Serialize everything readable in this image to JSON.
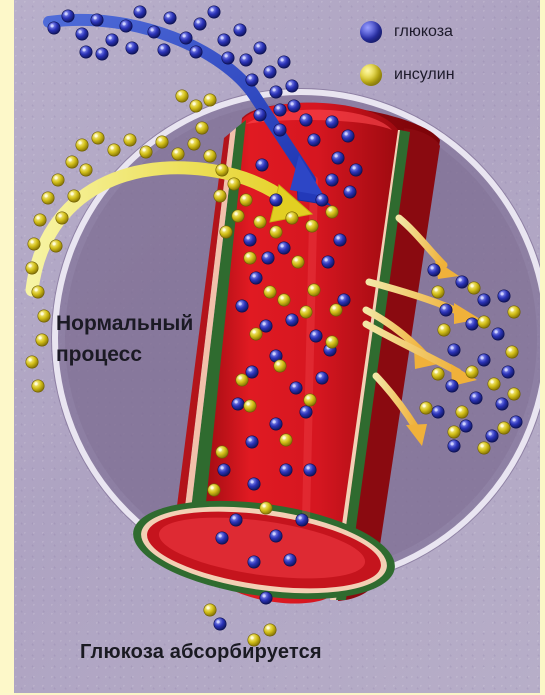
{
  "legend": {
    "glucose_label": "глюкоза",
    "insulin_label": "инсулин"
  },
  "labels": {
    "process_line1": "Нормальный",
    "process_line2": "процесс",
    "footer": "Глюкоза абсорбируется"
  },
  "colors": {
    "background": "#b3aac6",
    "vessel": "#d8141c",
    "vessel_inner": "#c9252d",
    "vessel_lining": "#2f6b2f",
    "glucose": "#2b35b5",
    "insulin": "#d9c81b",
    "arrow_glucose": "#2d4fcc",
    "arrow_insulin": "#f2e86a"
  },
  "icons": {
    "glucose": "glucose-molecule-icon",
    "insulin": "insulin-molecule-icon"
  }
}
